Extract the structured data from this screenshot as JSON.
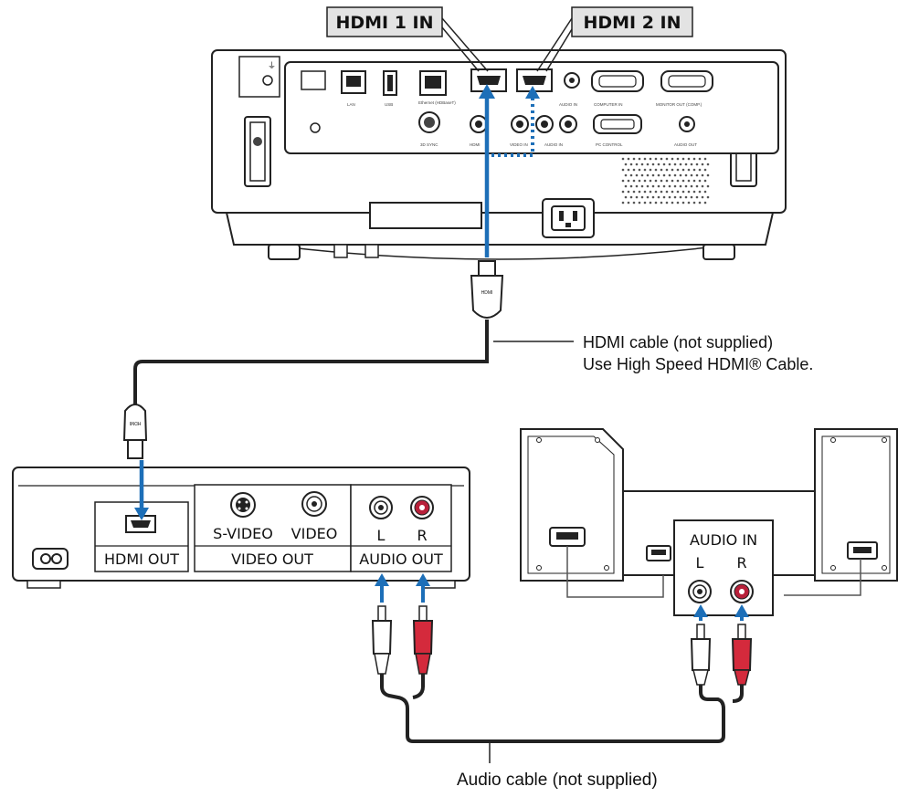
{
  "projector": {
    "hdmi1_tag": "HDMI 1 IN",
    "hdmi2_tag": "HDMI 2 IN",
    "panel_labels": {
      "lan": "LAN",
      "usb": "USB",
      "ethernet": "Ethernet (HDBaseT)",
      "sync": "3D SYNC",
      "audio_in": "AUDIO IN",
      "computer_in": "COMPUTER IN",
      "monitor_out": "MONITOR OUT (COMP.)",
      "hdmi": "HDMI",
      "video_in": "VIDEO IN",
      "audio_in_lr": "AUDIO IN",
      "pc_control": "PC CONTROL",
      "audio_out": "AUDIO OUT"
    }
  },
  "hdmi_cable": {
    "plug_label": "HDMI",
    "line1": "HDMI cable (not supplied)",
    "line2": "Use High Speed HDMI® Cable."
  },
  "source_device": {
    "hdmi_out": "HDMI OUT",
    "s_video": "S-VIDEO",
    "video": "VIDEO",
    "video_out": "VIDEO OUT",
    "l": "L",
    "r": "R",
    "audio_out": "AUDIO OUT"
  },
  "speakers": {
    "audio_in": "AUDIO IN",
    "l": "L",
    "r": "R"
  },
  "audio_cable": {
    "label": "Audio cable (not supplied)"
  },
  "colors": {
    "arrow_blue": "#1d6fb8",
    "plug_red": "#d42a3c",
    "jack_red": "#b8203a",
    "line": "#222222"
  }
}
